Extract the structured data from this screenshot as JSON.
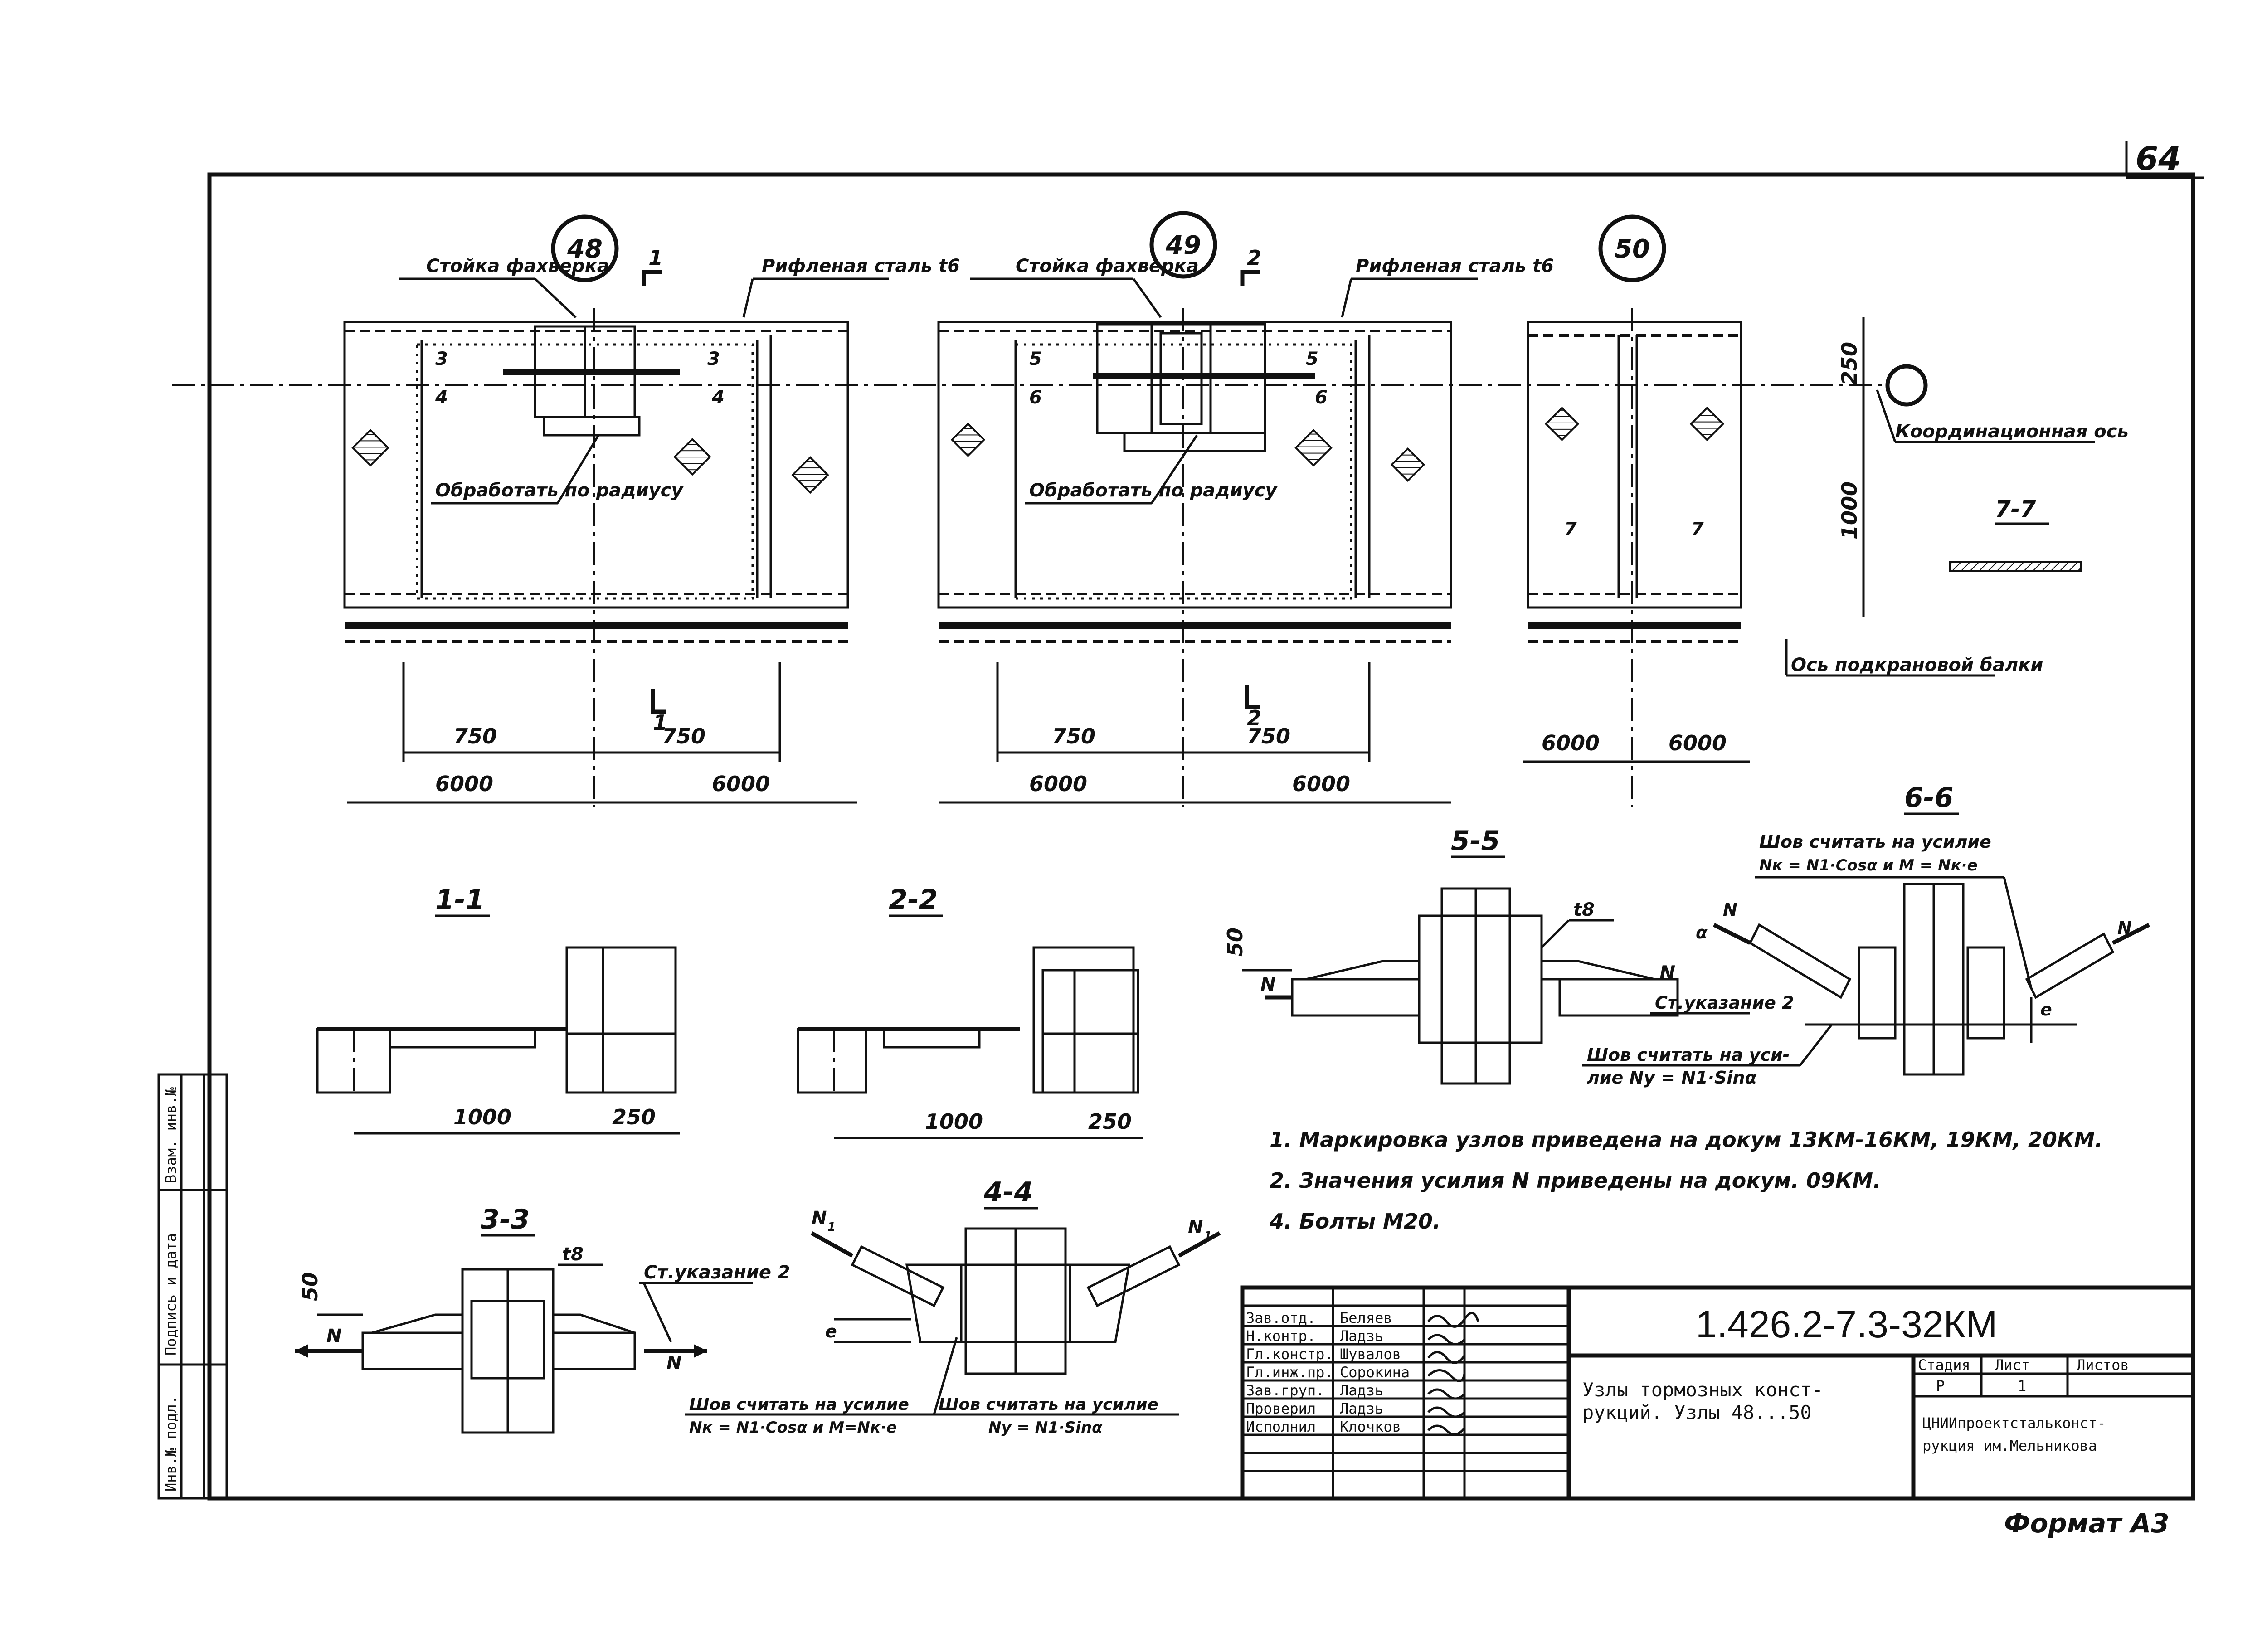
{
  "sheet": {
    "page_number": "64",
    "format_label": "Формат А3"
  },
  "side_stamp": {
    "col1": "Инв.№ подл.",
    "col2": "Подпись и дата",
    "col3": "Взам. инв.№"
  },
  "nodes": [
    {
      "number": "48",
      "callout_column": "Стойка фахверка",
      "callout_plate": "Рифленая сталь t6",
      "callout_radius": "Обработать по радиусу",
      "section_top": "1",
      "section_bottom": "1",
      "cut_a": "3",
      "cut_b": "4",
      "dims_inner": [
        "750",
        "750"
      ],
      "dims_outer": [
        "6000",
        "6000"
      ]
    },
    {
      "number": "49",
      "callout_column": "Стойка фахверка",
      "callout_plate": "Рифленая сталь t6",
      "callout_radius": "Обработать по радиусу",
      "section_top": "2",
      "section_bottom": "2",
      "cut_a": "5",
      "cut_b": "6",
      "dims_inner": [
        "750",
        "750"
      ],
      "dims_outer": [
        "6000",
        "6000"
      ]
    },
    {
      "number": "50",
      "cut_a": "7",
      "dims_outer": [
        "6000",
        "6000"
      ],
      "dim_250": "250",
      "dim_1000": "1000",
      "coord_axis": "Координационная ось",
      "crane_axis": "Ось подкрановой балки",
      "section_77": "7-7"
    }
  ],
  "sections": {
    "s11": {
      "title": "1-1",
      "dim_a": "1000",
      "dim_b": "250"
    },
    "s22": {
      "title": "2-2",
      "dim_a": "1000",
      "dim_b": "250"
    },
    "s33": {
      "title": "3-3",
      "t": "t8",
      "dim": "50",
      "force": "N",
      "ref": "Ст.указание 2"
    },
    "s44": {
      "title": "4-4",
      "force": "N",
      "force_sub": "1",
      "e": "e",
      "weld1_title": "Шов считать на усилие",
      "weld1_formula": "Nк = N1·Cosα и M=Nк·e",
      "weld2_title": "Шов считать на усилие",
      "weld2_formula": "Ny = N1·Sinα"
    },
    "s55": {
      "title": "5-5",
      "t": "t8",
      "dim": "50",
      "force": "N",
      "ref": "Ст.указание 2"
    },
    "s66": {
      "title": "6-6",
      "weld_title": "Шов считать на усилие",
      "weld_formula": "Nк = N1·Cosα и M = Nк·e",
      "weld2_title": "Шов считать на уси-",
      "weld2_formula": "лие Ny = N1·Sinα",
      "force": "N",
      "alpha": "α",
      "e": "e"
    }
  },
  "notes": [
    "1. Маркировка узлов приведена на докум 13КМ-16КМ, 19КМ, 20КМ.",
    "2. Значения усилия N приведены на докум. 09КМ.",
    "4. Болты М20."
  ],
  "title_block": {
    "code": "1.426.2-7.3-32КМ",
    "title_line1": "Узлы тормозных конст-",
    "title_line2": "рукций. Узлы 48...50",
    "stage_head": "Стадия",
    "sheet_head": "Лист",
    "sheets_head": "Листов",
    "stage": "Р",
    "sheet": "1",
    "org_line1": "ЦНИИпроектстальконст-",
    "org_line2": "рукция им.Мельникова",
    "people": [
      {
        "role": "Зав.отд.",
        "name": "Беляев"
      },
      {
        "role": "Н.контр.",
        "name": "Ладзь"
      },
      {
        "role": "Гл.констр.",
        "name": "Шувалов"
      },
      {
        "role": "Гл.инж.пр.",
        "name": "Сорокина"
      },
      {
        "role": "Зав.груп.",
        "name": "Ладзь"
      },
      {
        "role": "Проверил",
        "name": "Ладзь"
      },
      {
        "role": "Исполнил",
        "name": "Клочков"
      }
    ]
  }
}
